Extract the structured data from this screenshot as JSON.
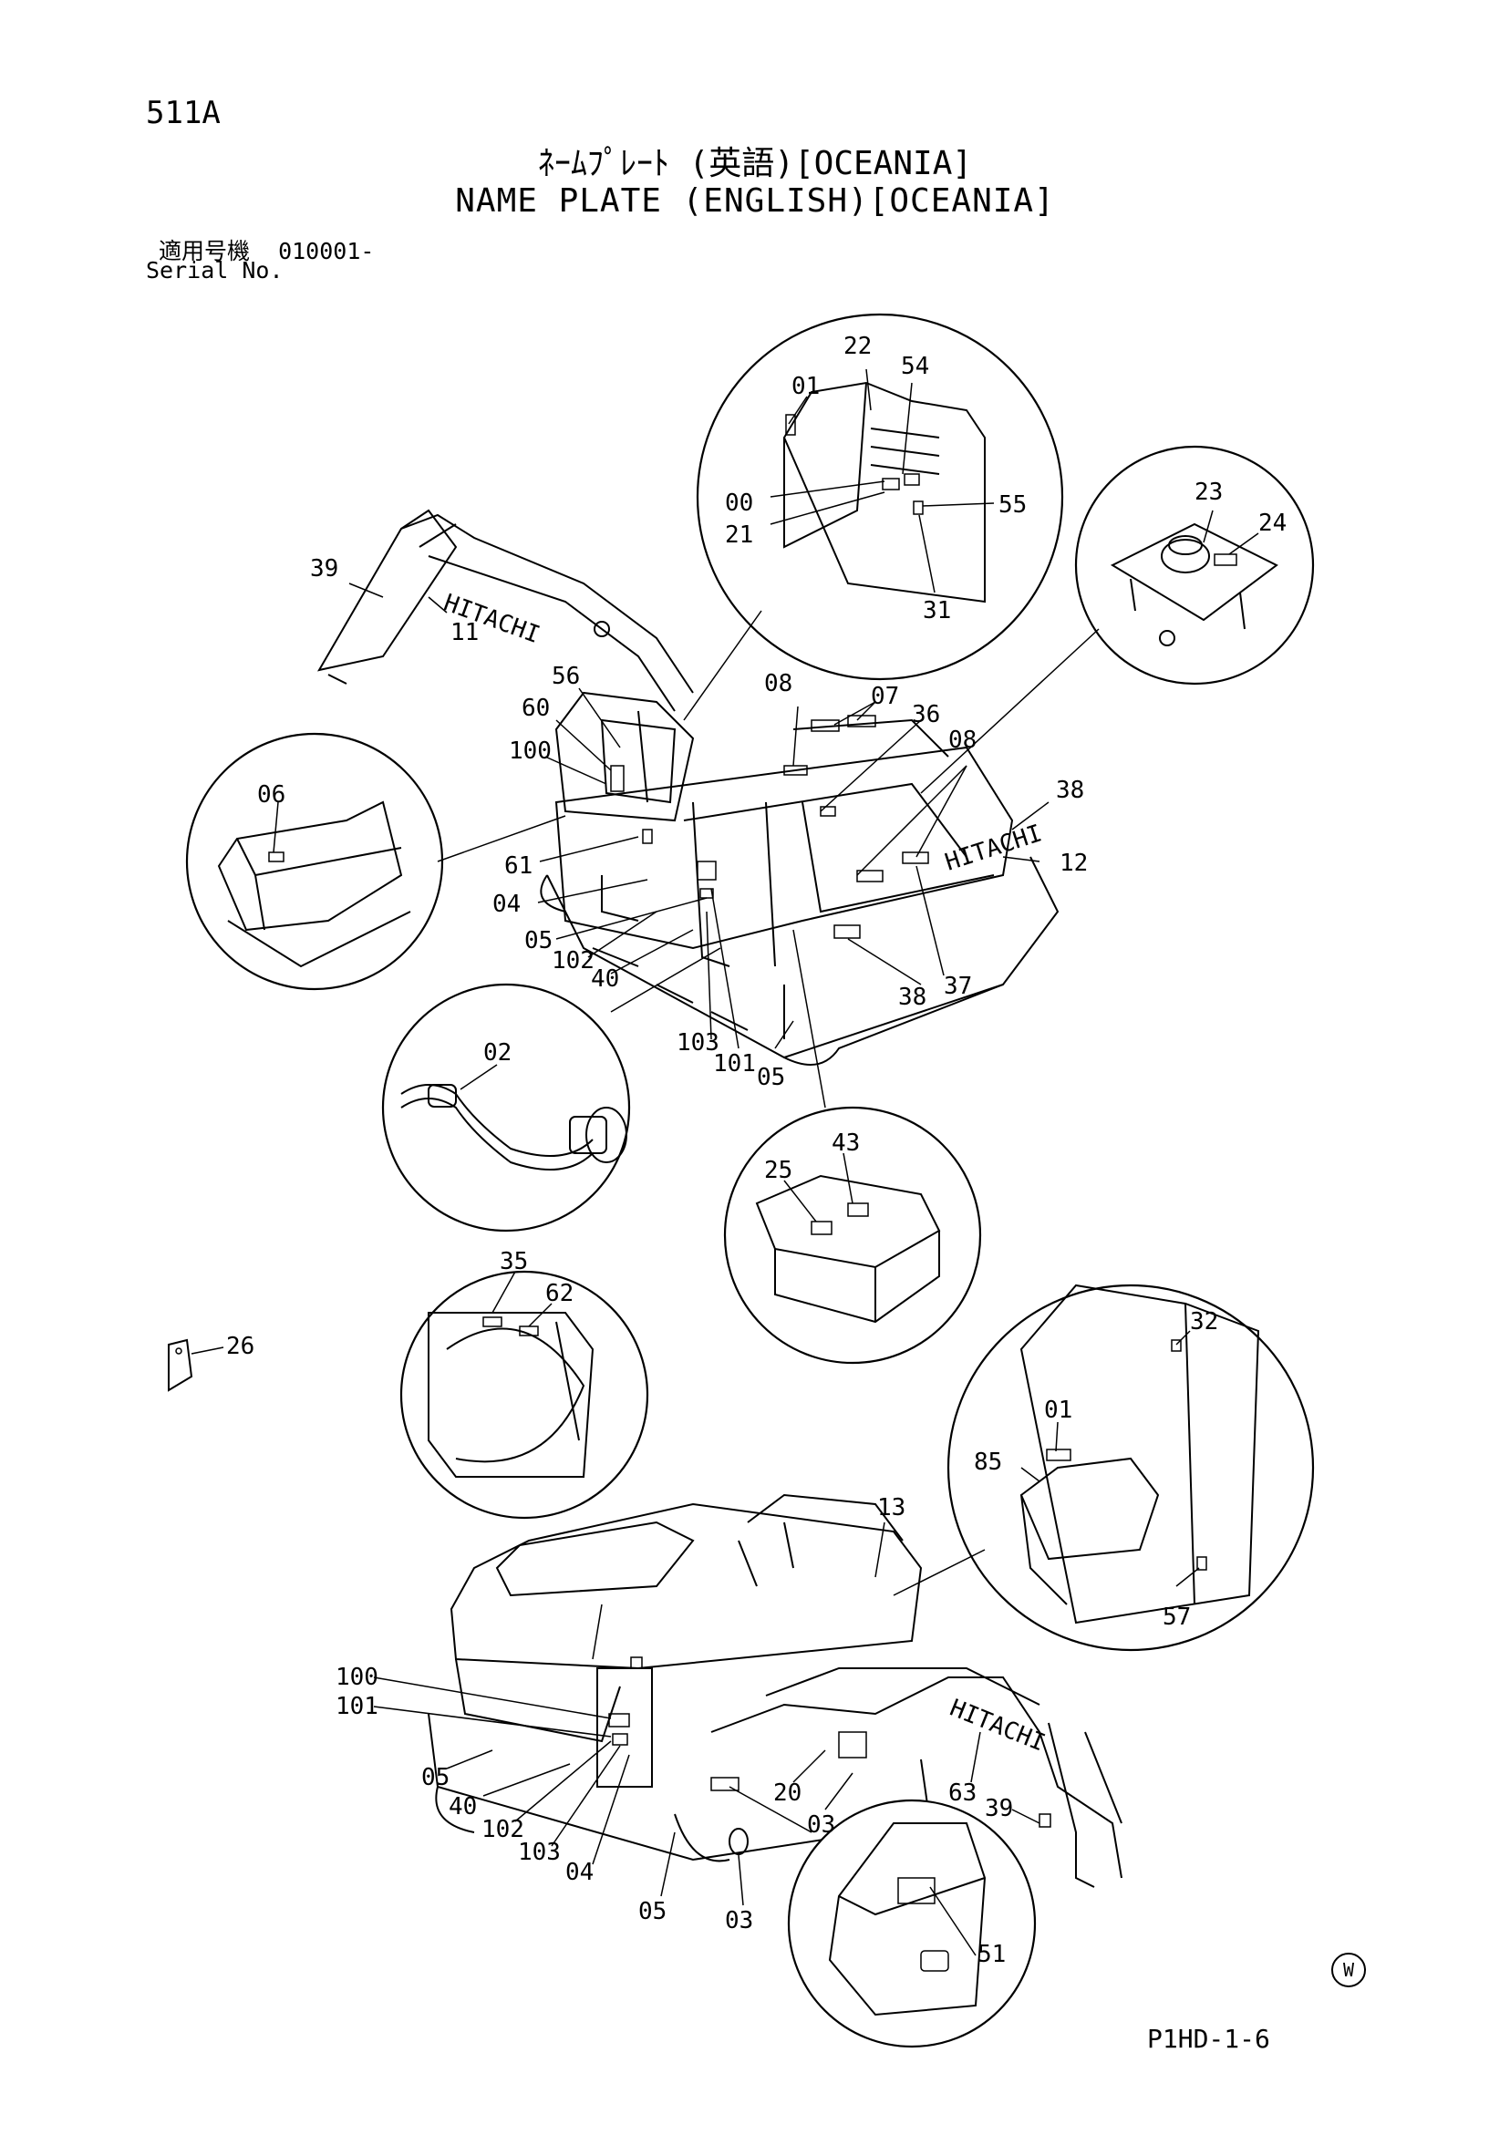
{
  "header": {
    "page_id": "511A",
    "title_jp": "ﾈｰﾑﾌﾟﾚｰﾄ (英語)[OCEANIA]",
    "title_en": "NAME PLATE (ENGLISH)[OCEANIA]",
    "serial_label_jp": "適用号機",
    "serial_value": "010001-",
    "serial_label_en": "Serial No."
  },
  "footer": {
    "code": "P1HD-1-6",
    "mark": "W"
  },
  "callouts": {
    "c01a": "01",
    "c22": "22",
    "c54": "54",
    "c00": "00",
    "c21": "21",
    "c55": "55",
    "c31": "31",
    "c23": "23",
    "c24": "24",
    "c39a": "39",
    "c11": "11",
    "c56": "56",
    "c60": "60",
    "c100a": "100",
    "c08a": "08",
    "c07": "07",
    "c36": "36",
    "c08b": "08",
    "c38a": "38",
    "c12": "12",
    "c06": "06",
    "c61": "61",
    "c04a": "04",
    "c05a": "05",
    "c102a": "102",
    "c40a": "40",
    "c38b": "38",
    "c37": "37",
    "c103a": "103",
    "c101a": "101",
    "c05b": "05",
    "c02": "02",
    "c43": "43",
    "c25": "25",
    "c35": "35",
    "c62": "62",
    "c26": "26",
    "c32": "32",
    "c01b": "01",
    "c85": "85",
    "c57": "57",
    "c13": "13",
    "c100b": "100",
    "c101b": "101",
    "c05c": "05",
    "c40b": "40",
    "c102b": "102",
    "c103b": "103",
    "c04b": "04",
    "c20": "20",
    "c03a": "03",
    "c63": "63",
    "c39b": "39",
    "c05d": "05",
    "c03b": "03",
    "c51": "51"
  },
  "labels": {
    "brand_upper": "HITACHI",
    "brand_lower": "HITACHI"
  }
}
